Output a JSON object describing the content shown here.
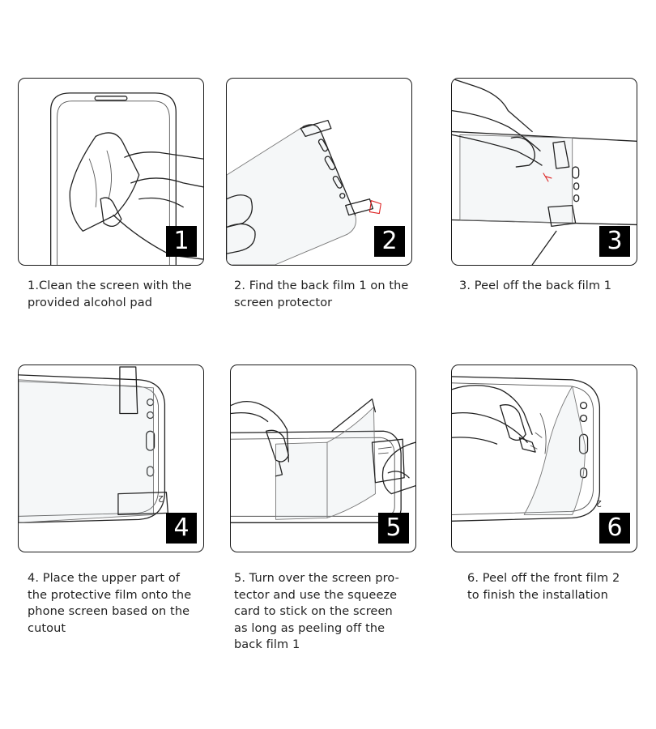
{
  "steps": [
    {
      "number": "1",
      "caption": "1.Clean the screen with the\nprovided alcohol pad"
    },
    {
      "number": "2",
      "caption": "2. Find the back film 1 on the\nscreen protector"
    },
    {
      "number": "3",
      "caption": "3. Peel off the back film 1"
    },
    {
      "number": "4",
      "caption": "4. Place the upper part of\nthe protective film onto the\nphone screen based on the\ncutout"
    },
    {
      "number": "5",
      "caption": "5. Turn over the screen pro-\ntector and use the squeeze\ncard to stick on the screen\nas long as peeling off the\nback film 1"
    },
    {
      "number": "6",
      "caption": "6. Peel off the front film 2\nto finish the installation"
    }
  ],
  "film_labels": {
    "tab_2_panel4": "2",
    "tab_2_panel6": "2"
  }
}
